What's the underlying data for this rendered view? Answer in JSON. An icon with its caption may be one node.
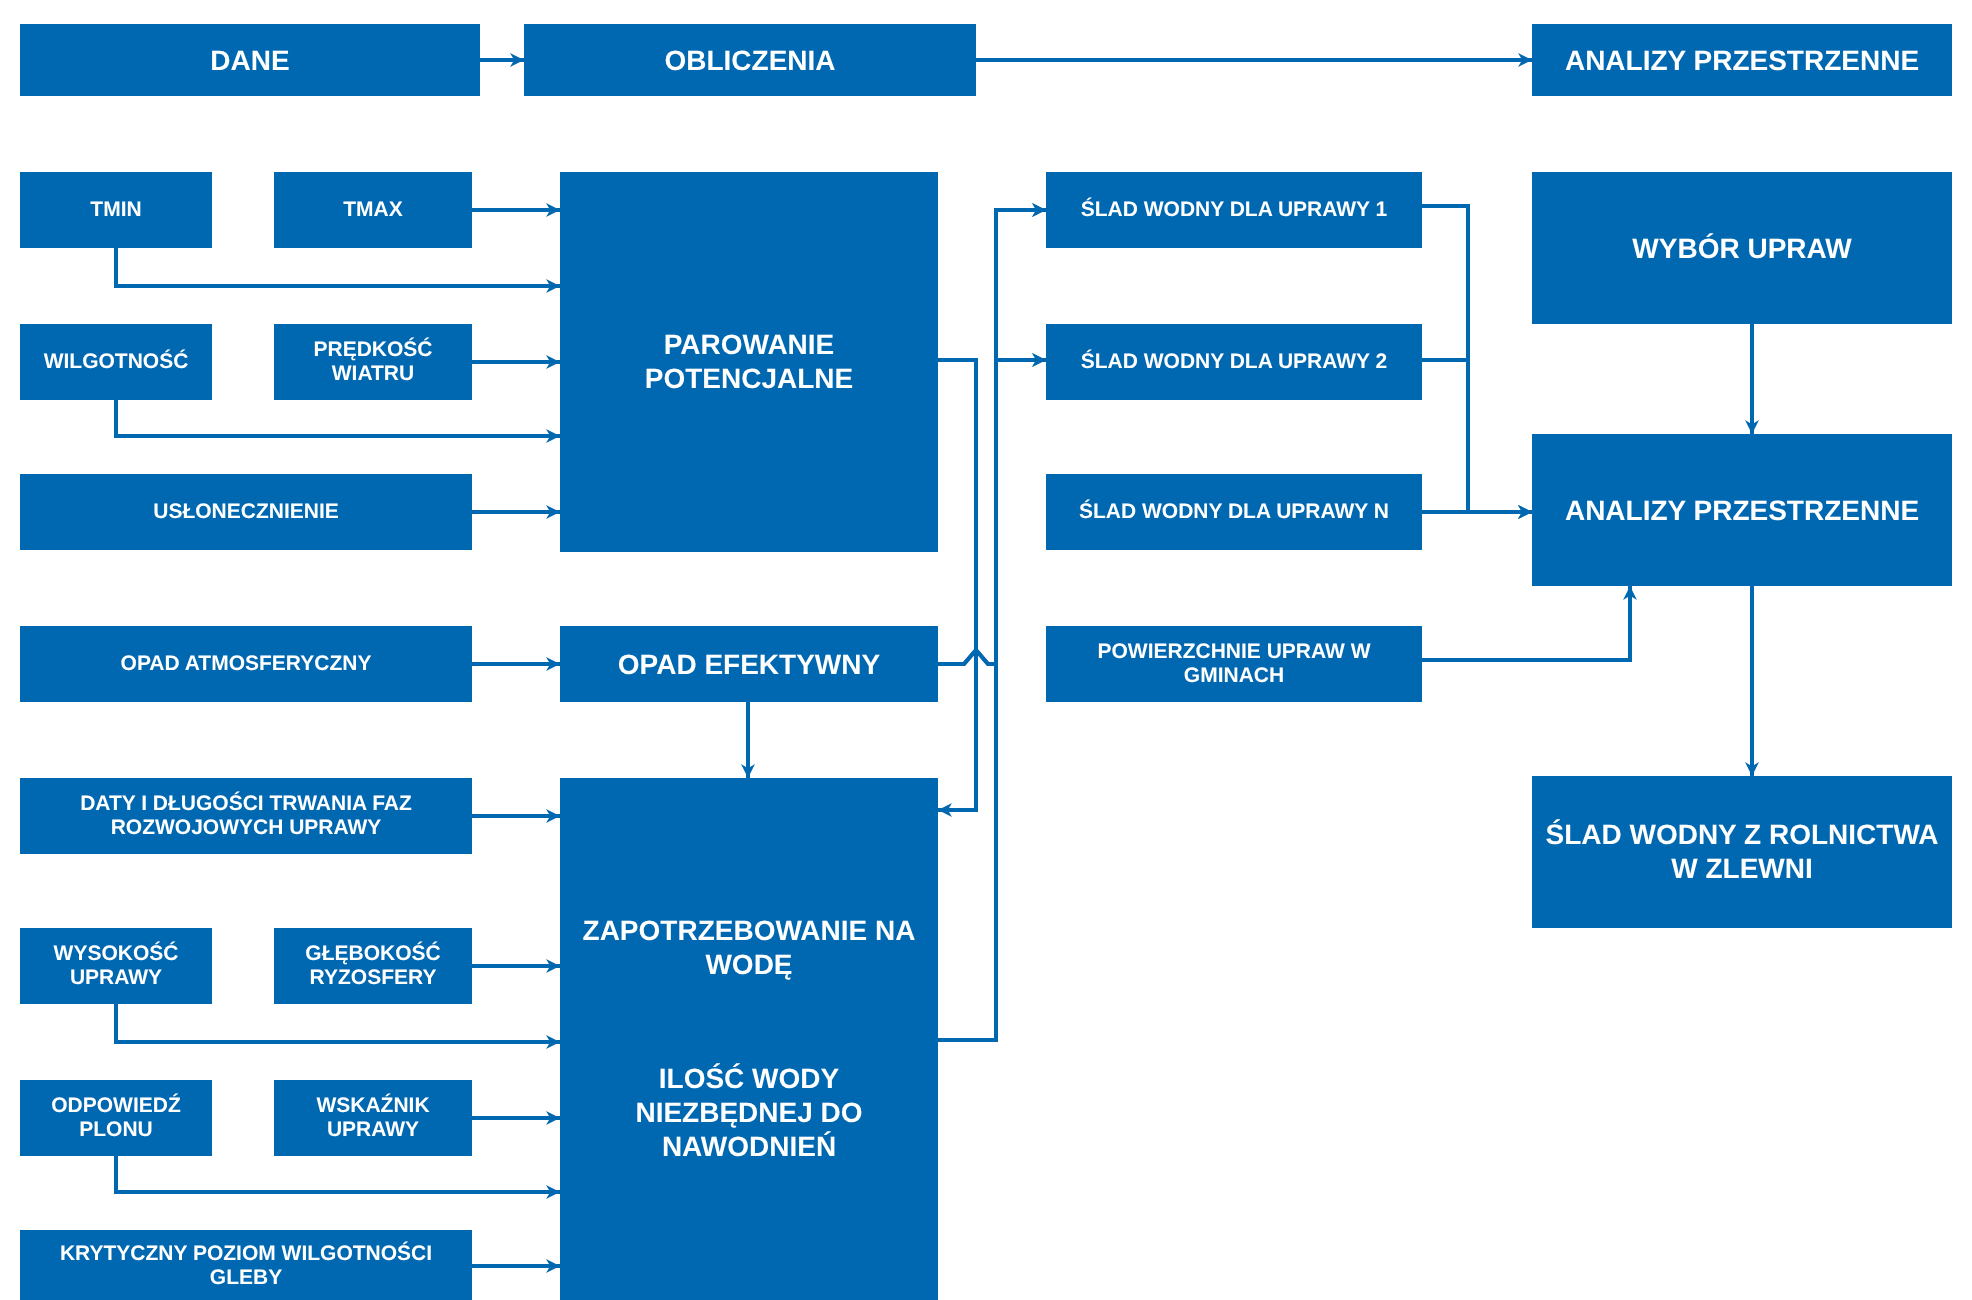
{
  "diagram": {
    "nodes": [
      {
        "text": [
          "DANE"
        ]
      },
      {
        "text": [
          "OBLICZENIA"
        ]
      },
      {
        "text": [
          "ANALIZY PRZESTRZENNE"
        ]
      },
      {
        "text": [
          "TMIN"
        ]
      },
      {
        "text": [
          "TMAX"
        ]
      },
      {
        "text": [
          "WILGOTNOŚĆ"
        ]
      },
      {
        "text": [
          "PRĘDKOŚĆ WIATRU"
        ]
      },
      {
        "text": [
          "USŁONECZNIENIE"
        ]
      },
      {
        "text": [
          "PAROWANIE POTENCJALNE"
        ]
      },
      {
        "text": [
          "OPAD ATMOSFERYCZNY"
        ]
      },
      {
        "text": [
          "OPAD EFEKTYWNY"
        ]
      },
      {
        "text": [
          "DATY I DŁUGOŚCI TRWANIA FAZ ROZWOJOWYCH UPRAWY"
        ]
      },
      {
        "text": [
          "WYSOKOŚĆ UPRAWY"
        ]
      },
      {
        "text": [
          "GŁĘBOKOŚĆ RYZOSFERY"
        ]
      },
      {
        "text": [
          "ODPOWIEDŹ PLONU"
        ]
      },
      {
        "text": [
          "WSKAŹNIK UPRAWY"
        ]
      },
      {
        "text": [
          "KRYTYCZNY POZIOM WILGOTNOŚCI GLEBY"
        ]
      },
      {
        "text": [
          "ZAPOTRZEBOWANIE NA WODĘ",
          "ILOŚĆ WODY NIEZBĘDNEJ DO NAWODNIEŃ"
        ]
      },
      {
        "text": [
          "ŚLAD WODNY DLA UPRAWY 1"
        ]
      },
      {
        "text": [
          "ŚLAD WODNY DLA UPRAWY 2"
        ]
      },
      {
        "text": [
          "ŚLAD WODNY DLA UPRAWY N"
        ]
      },
      {
        "text": [
          "POWIERZCHNIE UPRAW W GMINACH"
        ]
      },
      {
        "text": [
          "WYBÓR UPRAW"
        ]
      },
      {
        "text": [
          "ANALIZY PRZESTRZENNE"
        ]
      },
      {
        "text": [
          "ŚLAD WODNY Z ROLNICTWA W ZLEWNI"
        ]
      }
    ],
    "edges": [
      {
        "from": 0,
        "to": 1,
        "arrow": "to"
      },
      {
        "from": 1,
        "to": 2,
        "arrow": "to"
      },
      {
        "from": 4,
        "to": 8,
        "arrow": "to"
      },
      {
        "from": 3,
        "to": 8,
        "arrow": "to"
      },
      {
        "from": 6,
        "to": 8,
        "arrow": "to"
      },
      {
        "from": 5,
        "to": 8,
        "arrow": "to"
      },
      {
        "from": 7,
        "to": 8,
        "arrow": "to"
      },
      {
        "from": 9,
        "to": 10,
        "arrow": "to"
      },
      {
        "from": 11,
        "to": 17,
        "arrow": "to"
      },
      {
        "from": 13,
        "to": 17,
        "arrow": "to"
      },
      {
        "from": 12,
        "to": 17,
        "arrow": "to"
      },
      {
        "from": 15,
        "to": 17,
        "arrow": "to"
      },
      {
        "from": 14,
        "to": 17,
        "arrow": "to"
      },
      {
        "from": 16,
        "to": 17,
        "arrow": "to"
      },
      {
        "from": 10,
        "to": 17,
        "arrow": "to"
      },
      {
        "from": 8,
        "to": 17,
        "arrow": "to"
      },
      {
        "from": 10,
        "to": 18,
        "arrow": "to"
      },
      {
        "from": 10,
        "to": 19,
        "arrow": "to"
      },
      {
        "from": 17,
        "to": 18,
        "arrow": "to"
      },
      {
        "from": 17,
        "to": 19,
        "arrow": "to"
      },
      {
        "from": 18,
        "to": 23,
        "arrow": "to"
      },
      {
        "from": 19,
        "to": 23,
        "arrow": "to"
      },
      {
        "from": 20,
        "to": 23,
        "arrow": "to"
      },
      {
        "from": 21,
        "to": 23,
        "arrow": "to"
      },
      {
        "from": 22,
        "to": 23,
        "arrow": "to"
      },
      {
        "from": 23,
        "to": 24,
        "arrow": "to"
      }
    ]
  }
}
